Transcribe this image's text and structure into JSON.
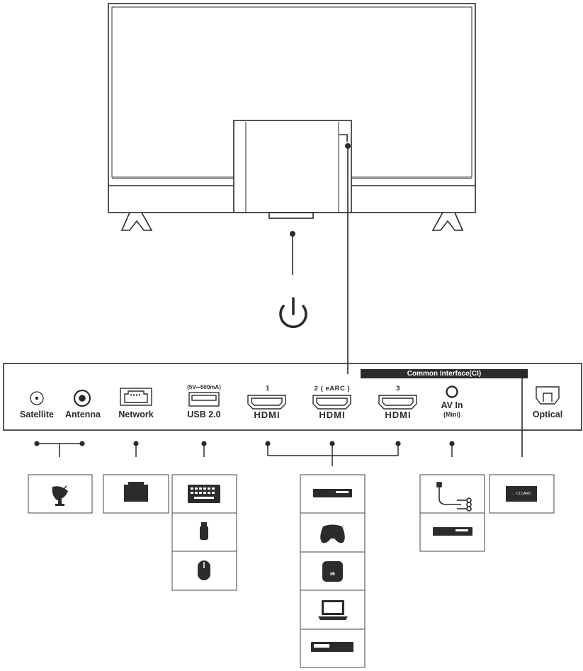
{
  "ports": {
    "satellite": "Satellite",
    "antenna": "Antenna",
    "network": "Network",
    "usb_spec": "(5V⎓500mA)",
    "usb": "USB 2.0",
    "hdmi1_num": "1",
    "hdmi2_num": "2 ( eARC )",
    "hdmi3_num": "3",
    "hdmi_word": "HDMI",
    "av_in": "AV In",
    "av_in_sub": "(Mini)",
    "common_interface": "Common Interface(CI)",
    "optical": "Optical"
  },
  "devices": {
    "satellite_group": [
      "satellite-dish-icon"
    ],
    "network_group": [
      "ethernet-router-icon"
    ],
    "usb_group": [
      "keyboard-icon",
      "usb-drive-icon",
      "mouse-icon"
    ],
    "hdmi_group": [
      "set-top-box-icon",
      "gamepad-icon",
      "mi-box-icon",
      "laptop-icon",
      "dvd-player-icon"
    ],
    "av_group": [
      "av-cable-icon",
      "set-top-box-icon"
    ],
    "ci_group": [
      "ci-card-icon"
    ],
    "ci_card_text": "← CI CARD",
    "mi_logo": "MI"
  },
  "colors": {
    "ink": "#2b2b2b",
    "background": "#ffffff"
  }
}
